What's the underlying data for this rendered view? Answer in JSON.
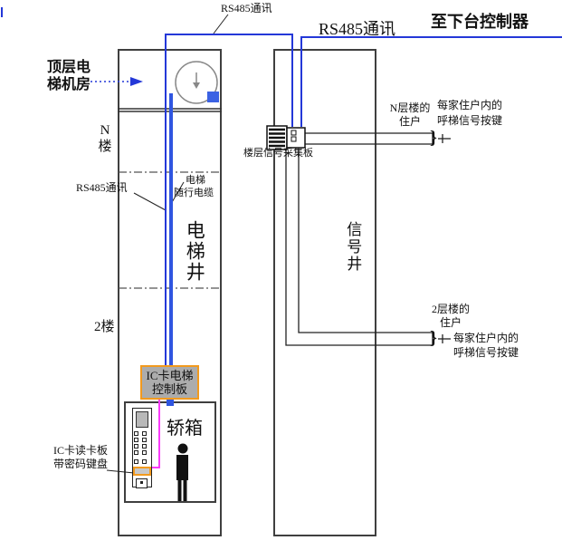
{
  "colors": {
    "line_blue": "#2438d8",
    "cable_blue": "#2f55e0",
    "accent_orange": "#f29a1e",
    "board_gray": "#acacac",
    "magenta": "#fa3cfa"
  },
  "top_bus": {
    "rs485_small": "RS485通讯",
    "rs485_main": "RS485通讯",
    "to_lower_controller": "至下台控制器"
  },
  "elevator_shaft": {
    "machine_room": {
      "line1": "顶层电",
      "line2": "梯机房"
    },
    "floor_n": {
      "line1": "N",
      "line2": "楼"
    },
    "floor_2": "2楼",
    "rs485_cable": "RS485通讯",
    "traveling_cable": {
      "line1": "电梯",
      "line2": "随行电缆"
    },
    "shaft_name": "电梯井",
    "control_board": {
      "line1": "IC卡电梯",
      "line2": "控制板"
    },
    "car": "轿箱",
    "card_reader": {
      "line1": "IC卡读卡板",
      "line2": "带密码键盘"
    }
  },
  "signal_shaft": {
    "shaft_name": "信号井",
    "collector_board": "楼层信号采集板",
    "floor_n_households": {
      "line1": "N层楼的",
      "line2": "住户"
    },
    "floor_2_households": {
      "line1": "2层楼的",
      "line2": "住户"
    },
    "call_button_note": {
      "line1": "每家住户内的",
      "line2": "呼梯信号按键"
    }
  },
  "icons": {
    "connector_brace": "}"
  }
}
